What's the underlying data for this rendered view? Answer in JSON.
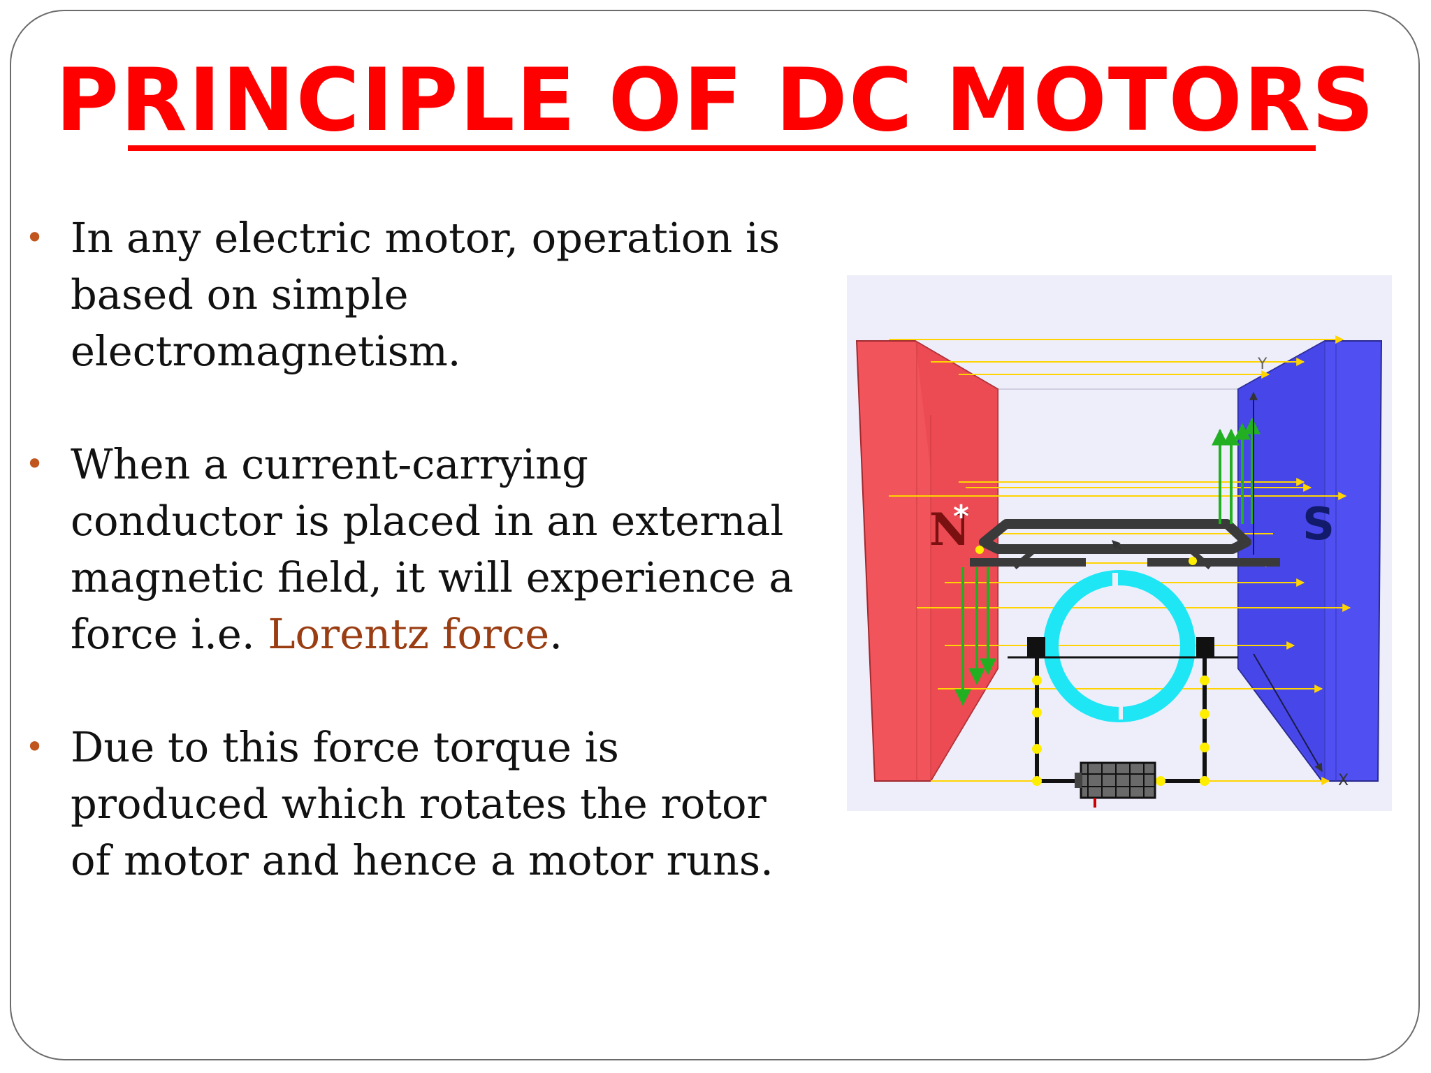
{
  "slide": {
    "title": "PRINCIPLE OF DC MOTORS",
    "bullets": [
      {
        "text": "In any electric motor, operation is based on simple electromagnetism."
      },
      {
        "text_before": "When a current-carrying conductor is  placed in an external magnetic field, it will experience a force i.e. ",
        "highlight": "Lorentz force",
        "text_after": "."
      },
      {
        "text": "Due to this force torque is produced which rotates the rotor of motor and hence a motor runs."
      }
    ],
    "bullet_color": "#c0561e",
    "highlight_color": "#9a3d12",
    "title_color": "#ff0000"
  },
  "figure": {
    "north_label": "N",
    "south_label": "S",
    "y_axis_label": "Y",
    "x_axis_label": "X",
    "north_color": "#f2545b",
    "south_color": "#4f4ff2",
    "field_line_color": "#ffd400",
    "force_color": "#22b022",
    "ring_color": "#1fe6f5"
  }
}
